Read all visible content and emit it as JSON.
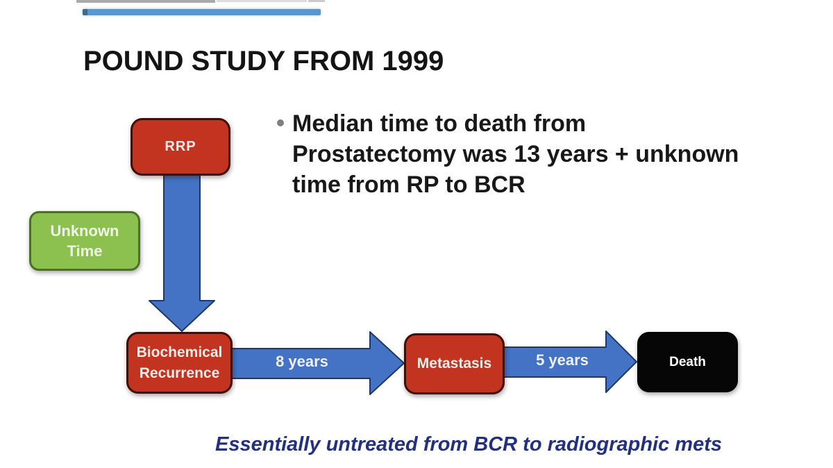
{
  "title": "POUND STUDY FROM 1999",
  "bullet": {
    "icon": "bullet-dot",
    "lines": [
      "Median time to death from",
      "Prostatectomy was 13 years + unknown",
      "time from RP to BCR"
    ]
  },
  "flowchart": {
    "nodes": [
      {
        "id": "rrp",
        "lines": [
          "RRP"
        ],
        "color": "#c23320"
      },
      {
        "id": "unknown-time",
        "lines": [
          "Unknown",
          "Time"
        ],
        "color": "#8cc04f"
      },
      {
        "id": "biochemical-recurrence",
        "lines": [
          "Biochemical",
          "Recurrence"
        ],
        "color": "#c23320"
      },
      {
        "id": "metastasis",
        "lines": [
          "Metastasis"
        ],
        "color": "#c23320"
      },
      {
        "id": "death",
        "lines": [
          "Death"
        ],
        "color": "#060606"
      }
    ],
    "edges": [
      {
        "from": "rrp",
        "to": "biochemical-recurrence",
        "label": ""
      },
      {
        "from": "biochemical-recurrence",
        "to": "metastasis",
        "label": "8 years"
      },
      {
        "from": "metastasis",
        "to": "death",
        "label": "5 years"
      }
    ],
    "arrow_color": "#4472c4",
    "arrow_border_color": "#1f3864"
  },
  "footnote": "Essentially untreated from BCR to radiographic mets",
  "colors": {
    "accent_bar_blue": "#5597d0",
    "accent_bar_tip": "#3d6c86",
    "title_text": "#141414",
    "bullet_text": "#181818",
    "bullet_dot_gray": "#7f7f7f",
    "node_red": "#c23320",
    "node_red_border": "#3f0e07",
    "node_green": "#8cc04f",
    "node_green_border": "#4a7124",
    "node_black": "#060606",
    "arrow_blue": "#4472c4",
    "footnote_navy": "#223080",
    "background": "#ffffff"
  }
}
